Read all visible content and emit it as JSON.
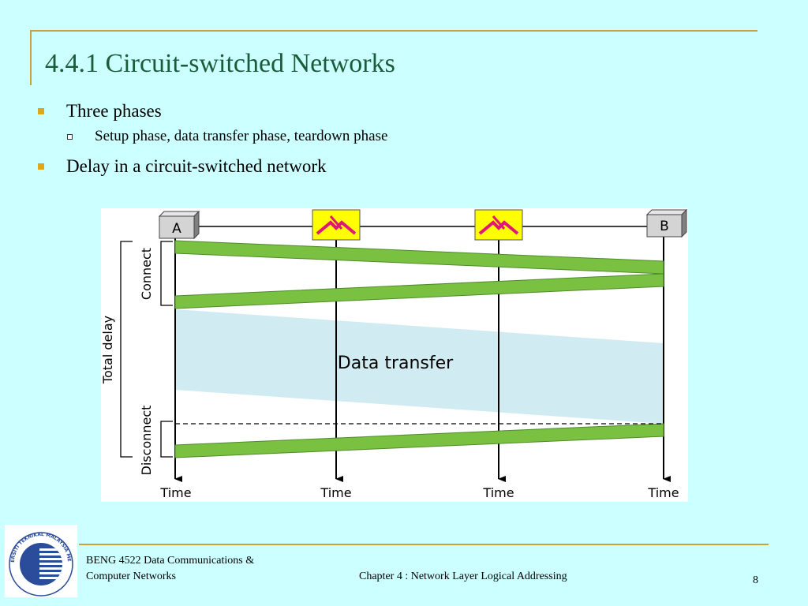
{
  "slide": {
    "title": "4.4.1 Circuit-switched Networks",
    "bullets": [
      {
        "text": "Three phases",
        "sub": [
          "Setup phase, data transfer phase, teardown phase"
        ]
      },
      {
        "text": "Delay in a circuit-switched network",
        "sub": []
      }
    ]
  },
  "diagram": {
    "nodes": {
      "a": "A",
      "b": "B"
    },
    "phases": {
      "connect": "Connect",
      "disconnect": "Disconnect",
      "total": "Total delay"
    },
    "band_label": "Data transfer",
    "time_label": "Time",
    "colors": {
      "band": "#7ac142",
      "data_area": "#d0ecf2",
      "switch": "#ffff00",
      "switch_symbol": "#e0167b"
    }
  },
  "footer": {
    "course_line1": "BENG 4522 Data Communications &",
    "course_line2": "Computer Networks",
    "chapter": "Chapter 4 : Network Layer Logical Addressing",
    "page": "8",
    "logo_text": "UNIVERSITI TEKNIKAL MALAYSIA MELAKA"
  }
}
